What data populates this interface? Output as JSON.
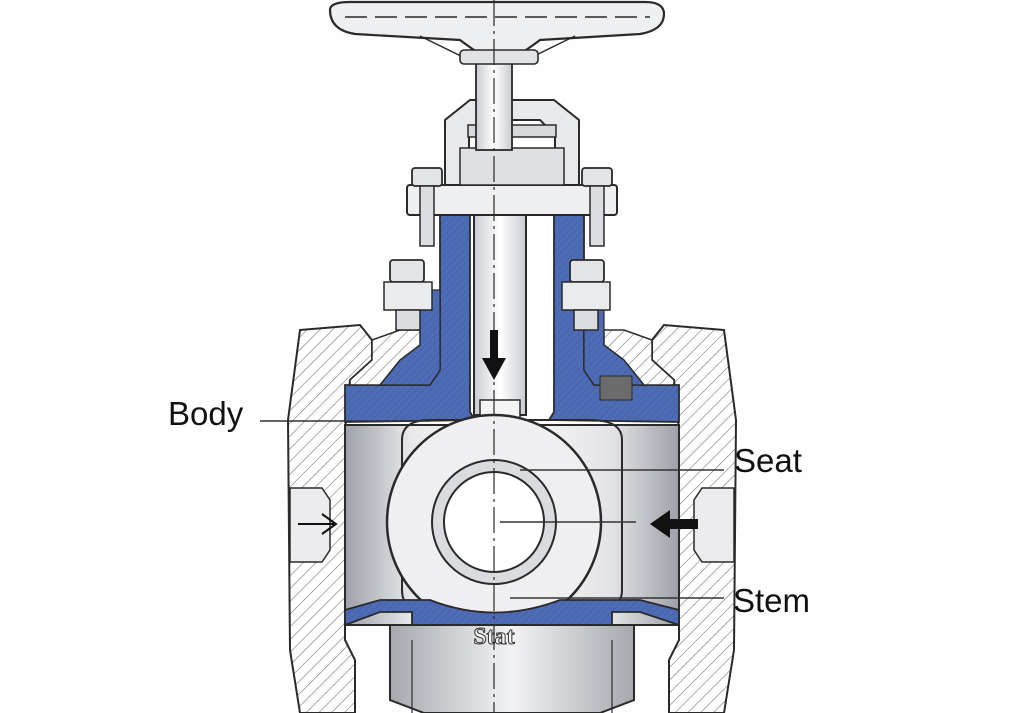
{
  "callouts": {
    "body": "Body",
    "seat": "Seat",
    "stem": "Stem"
  },
  "embossed_text": "Stat",
  "colors": {
    "liner": "#4e6cb5",
    "liner_dark": "#3a5298",
    "metal": "#e9eaec",
    "metal_shade": "#b9bcc2",
    "outline": "#2a2a2a",
    "hatch": "#6a6a6a",
    "leader": "#333333"
  },
  "icons": {
    "handwheel": "handwheel-icon",
    "flow_arrow_down": "arrow-down-icon",
    "flow_arrow_in_left": "arrow-right-icon",
    "flow_arrow_in_right": "arrow-left-icon"
  }
}
